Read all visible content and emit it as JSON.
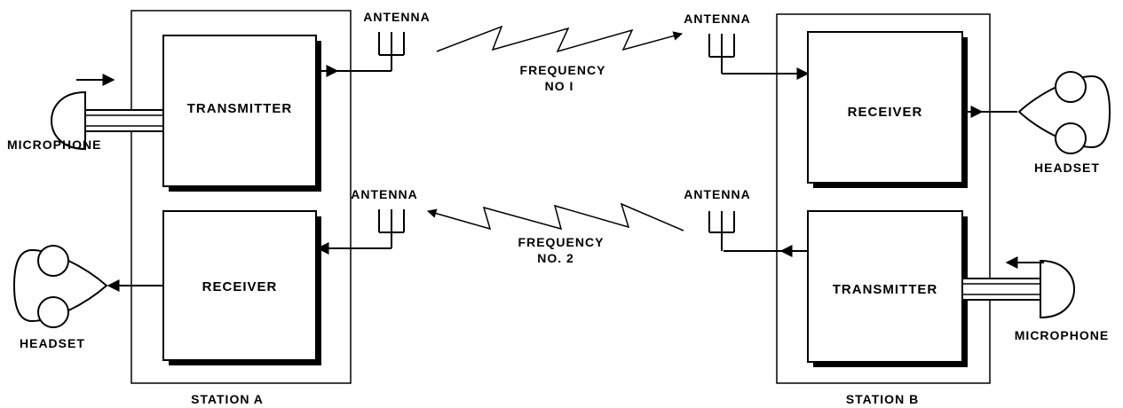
{
  "station_a": {
    "label": "STATION A",
    "transmitter": "TRANSMITTER",
    "receiver": "RECEIVER",
    "antenna_top": "ANTENNA",
    "antenna_bottom": "ANTENNA",
    "microphone": "MICROPHONE",
    "headset": "HEADSET"
  },
  "station_b": {
    "label": "STATION B",
    "transmitter": "TRANSMITTER",
    "receiver": "RECEIVER",
    "antenna_top": "ANTENNA",
    "antenna_bottom": "ANTENNA",
    "microphone": "MICROPHONE",
    "headset": "HEADSET"
  },
  "links": {
    "frequency_1": {
      "line1": "FREQUENCY",
      "line2": "NO I"
    },
    "frequency_2": {
      "line1": "FREQUENCY",
      "line2": "NO. 2"
    }
  }
}
